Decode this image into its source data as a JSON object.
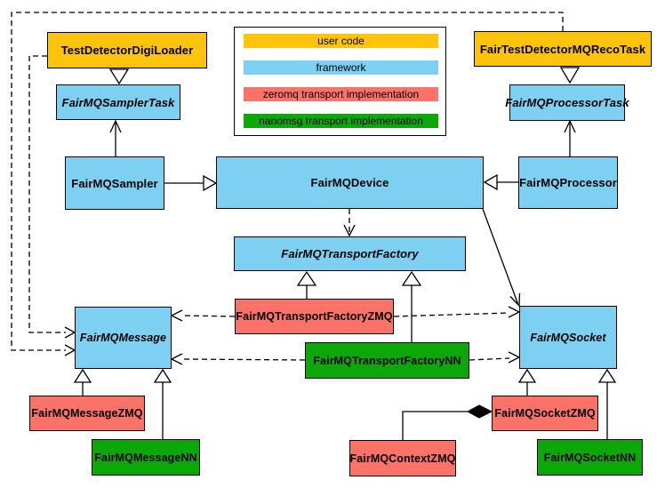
{
  "palette": {
    "user_code": "#fdc30d",
    "framework": "#7dd0f1",
    "zeromq": "#fa7268",
    "nanomsg": "#0ca80a"
  },
  "legend": {
    "items": [
      {
        "label": "user code",
        "color": "#fdc30d"
      },
      {
        "label": "framework",
        "color": "#7dd0f1"
      },
      {
        "label": "zeromq transport implementation",
        "color": "#fa7268"
      },
      {
        "label": "nanomsg transport implementation",
        "color": "#0ca80a"
      }
    ]
  },
  "nodes": {
    "digi_loader": {
      "label": "TestDetectorDigiLoader",
      "category": "user_code"
    },
    "reco_task": {
      "label": "FairTestDetectorMQRecoTask",
      "category": "user_code"
    },
    "sampler_task": {
      "label": "FairMQSamplerTask",
      "category": "framework",
      "abstract": true
    },
    "processor_task": {
      "label": "FairMQProcessorTask",
      "category": "framework",
      "abstract": true
    },
    "sampler": {
      "label": "FairMQSampler",
      "category": "framework"
    },
    "device": {
      "label": "FairMQDevice",
      "category": "framework"
    },
    "processor": {
      "label": "FairMQProcessor",
      "category": "framework"
    },
    "transport_factory": {
      "label": "FairMQTransportFactory",
      "category": "framework",
      "abstract": true
    },
    "transport_factory_zmq": {
      "label": "FairMQTransportFactoryZMQ",
      "category": "zeromq"
    },
    "transport_factory_nn": {
      "label": "FairMQTransportFactoryNN",
      "category": "nanomsg"
    },
    "message": {
      "label": "FairMQMessage",
      "category": "framework",
      "abstract": true
    },
    "message_zmq": {
      "label": "FairMQMessageZMQ",
      "category": "zeromq"
    },
    "message_nn": {
      "label": "FairMQMessageNN",
      "category": "nanomsg"
    },
    "socket": {
      "label": "FairMQSocket",
      "category": "framework",
      "abstract": true
    },
    "socket_zmq": {
      "label": "FairMQSocketZMQ",
      "category": "zeromq"
    },
    "socket_nn": {
      "label": "FairMQSocketNN",
      "category": "nanomsg"
    },
    "context_zmq": {
      "label": "FairMQContextZMQ",
      "category": "zeromq"
    }
  }
}
